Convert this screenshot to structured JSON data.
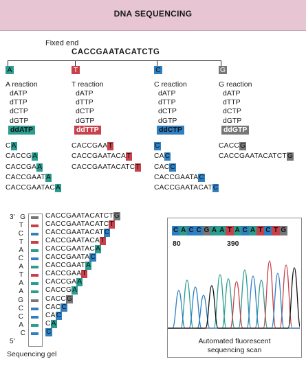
{
  "header": {
    "title": "DNA SEQUENCING"
  },
  "colors": {
    "A": "#2a9d8f",
    "T": "#c8404a",
    "C": "#2f7fc1",
    "G": "#777777",
    "header_bg": "#e7c5d3"
  },
  "fixed_end": {
    "label": "Fixed end",
    "sequence": "CACCGAATACATCTG"
  },
  "reactions": [
    {
      "base": "A",
      "name": "A reaction",
      "dntps": [
        "dATP",
        "dTTP",
        "dCTP",
        "dGTP"
      ],
      "ddntp": "ddATP",
      "products": [
        "C|A",
        "CACCG|A",
        "CACCGA|A",
        "CACCGAAT|A",
        "CACCGAATAC|A"
      ]
    },
    {
      "base": "T",
      "name": "T reaction",
      "dntps": [
        "dATP",
        "dTTP",
        "dCTP",
        "dGTP"
      ],
      "ddntp": "ddTTP",
      "products": [
        "CACCGAA|T",
        "CACCGAATACA|T",
        "CACCGAATACATC|T"
      ]
    },
    {
      "base": "C",
      "name": "C reaction",
      "dntps": [
        "dATP",
        "dTTP",
        "dCTP",
        "dGTP"
      ],
      "ddntp": "ddCTP",
      "products": [
        "|C",
        "CA|C",
        "CAC|C",
        "CACCGAATA|C",
        "CACCGAATACAT|C"
      ]
    },
    {
      "base": "G",
      "name": "G reaction",
      "dntps": [
        "dATP",
        "dTTP",
        "dCTP",
        "dGTP"
      ],
      "ddntp": "ddGTP",
      "products": [
        "CACC|G",
        "CACCGAATACATCT|G"
      ]
    }
  ],
  "gel": {
    "end_top": "3'",
    "end_bottom": "5'",
    "lanes": [
      "G",
      "T",
      "C",
      "T",
      "A",
      "C",
      "A",
      "T",
      "A",
      "A",
      "G",
      "C",
      "C",
      "A",
      "C"
    ],
    "fragments": [
      "CACCGAATACATCT|G",
      "CACCGAATACATC|T",
      "CACCGAATACAT|C",
      "CACCGAATACA|T",
      "CACCGAATAC|A",
      "CACCGAATA|C",
      "CACCGAAT|A",
      "CACCGAA|T",
      "CACCGA|A",
      "CACCG|A",
      "CACC|G",
      "CAC|C",
      "CA|C",
      "C|A",
      "|C"
    ],
    "caption": "Sequencing gel"
  },
  "scan": {
    "read": "CACCGAATACATCTG",
    "marker_left": "80",
    "marker_right": "390",
    "caption_line1": "Automated fluorescent",
    "caption_line2": "sequencing scan"
  }
}
